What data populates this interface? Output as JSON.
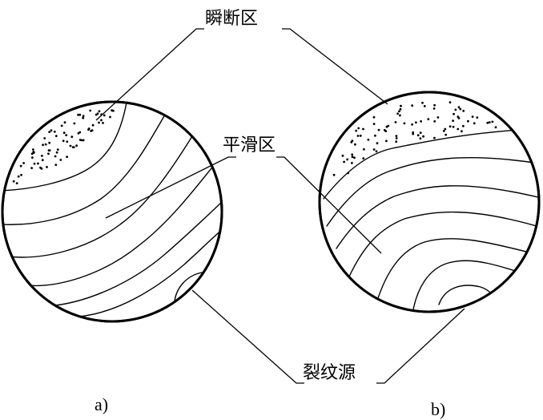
{
  "labels": {
    "instant_fracture_zone": "瞬断区",
    "smooth_zone": "平滑区",
    "crack_origin": "裂纹源"
  },
  "subfigures": {
    "a": "a)",
    "b": "b)"
  },
  "colors": {
    "line": "#000000",
    "background": "#ffffff"
  }
}
